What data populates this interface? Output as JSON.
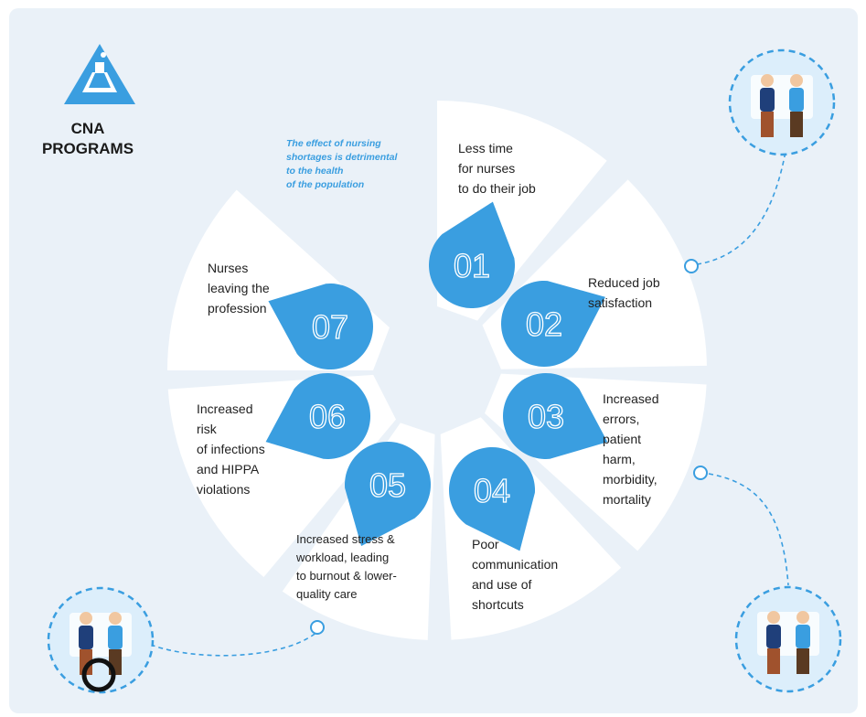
{
  "brand": {
    "name_lines": [
      "CNA",
      "PROGRAMS"
    ],
    "logo_icon": "flask-icon"
  },
  "intro_text_lines": [
    "The effect of nursing",
    "shortages is detrimental",
    "to the health",
    "of the population"
  ],
  "segments": [
    {
      "number": "01",
      "label_lines": [
        "Less time",
        "for nurses",
        "to do their job"
      ]
    },
    {
      "number": "02",
      "label_lines": [
        "Reduced job",
        "satisfaction"
      ]
    },
    {
      "number": "03",
      "label_lines": [
        "Increased",
        "errors,",
        "patient",
        "harm,",
        "morbidity,",
        "mortality"
      ]
    },
    {
      "number": "04",
      "label_lines": [
        "Poor",
        "communication",
        "and use of",
        "shortcuts"
      ]
    },
    {
      "number": "05",
      "label_lines": [
        "Increased stress &",
        "workload, leading",
        "to burnout & lower-",
        "quality care"
      ]
    },
    {
      "number": "06",
      "label_lines": [
        "Increased",
        "risk",
        "of infections",
        "and HIPPA",
        "violations"
      ]
    },
    {
      "number": "07",
      "label_lines": [
        "Nurses",
        "leaving the",
        "profession"
      ]
    }
  ],
  "illustrations": [
    {
      "name": "nurses-consultation-illustration"
    },
    {
      "name": "patient-support-illustration"
    },
    {
      "name": "wheelchair-patient-illustration"
    }
  ],
  "colors": {
    "accent": "#3a9ee0",
    "background_panel": "#eaf1f8",
    "segment_fill": "#ffffff",
    "connector": "#3a9ee0"
  }
}
